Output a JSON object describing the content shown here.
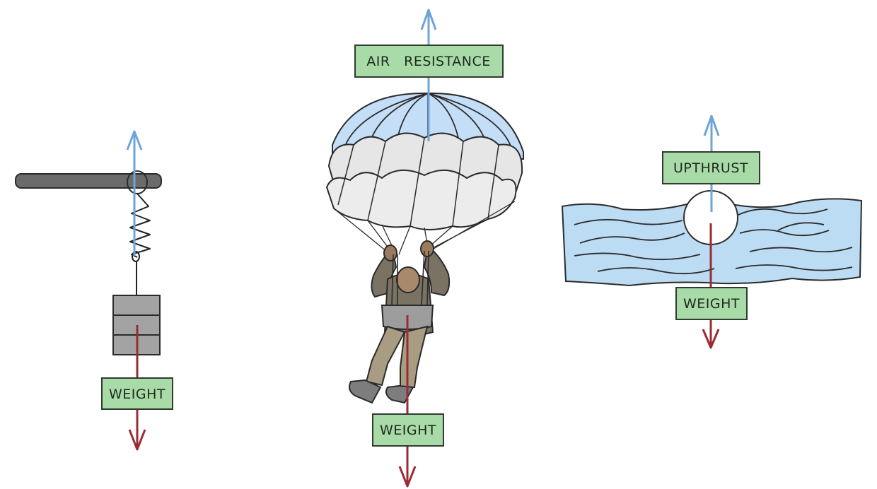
{
  "colors": {
    "up_arrow": "#6ea4d8",
    "down_arrow": "#9b2b33",
    "label_fill": "#a9dba8",
    "water": "#bcdcf4",
    "canopy_blue": "#c3def6",
    "canopy_grey": "#e6e6e6",
    "mass": "#a3a3a3",
    "bar": "#6b6b6b"
  },
  "labels": {
    "spring_weight": "WEIGHT",
    "air_resistance": "AIR   RESISTANCE",
    "parachute_weight": "WEIGHT",
    "upthrust": "UPTHRUST",
    "ball_weight": "WEIGHT"
  },
  "icons": [
    "spring-icon",
    "parachutist-icon",
    "floating-ball-icon",
    "arrow-up-icon",
    "arrow-down-icon"
  ]
}
